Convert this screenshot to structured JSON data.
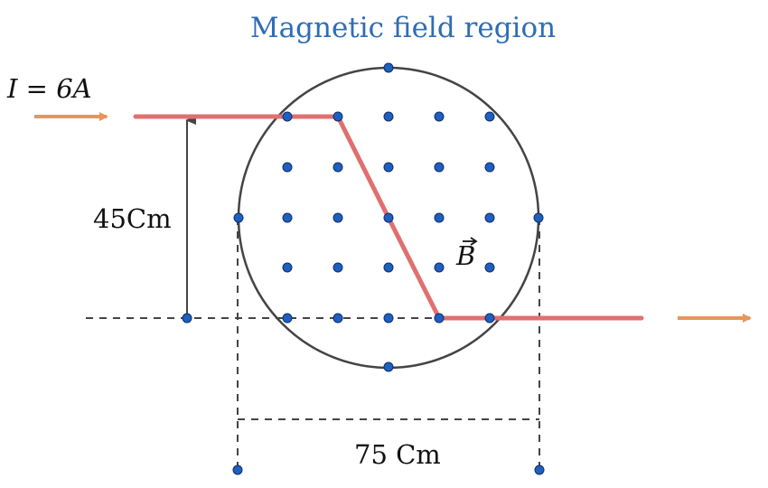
{
  "title": "Magnetic field region",
  "current_label": "I = 6A",
  "height_label": "45Cm",
  "width_label": "75 Cm",
  "field_label": "B",
  "colors": {
    "title": "#2f6db5",
    "wire": "#e07070",
    "arrow": "#e8955a",
    "dot": "#1f5fbf",
    "line": "#444444"
  }
}
